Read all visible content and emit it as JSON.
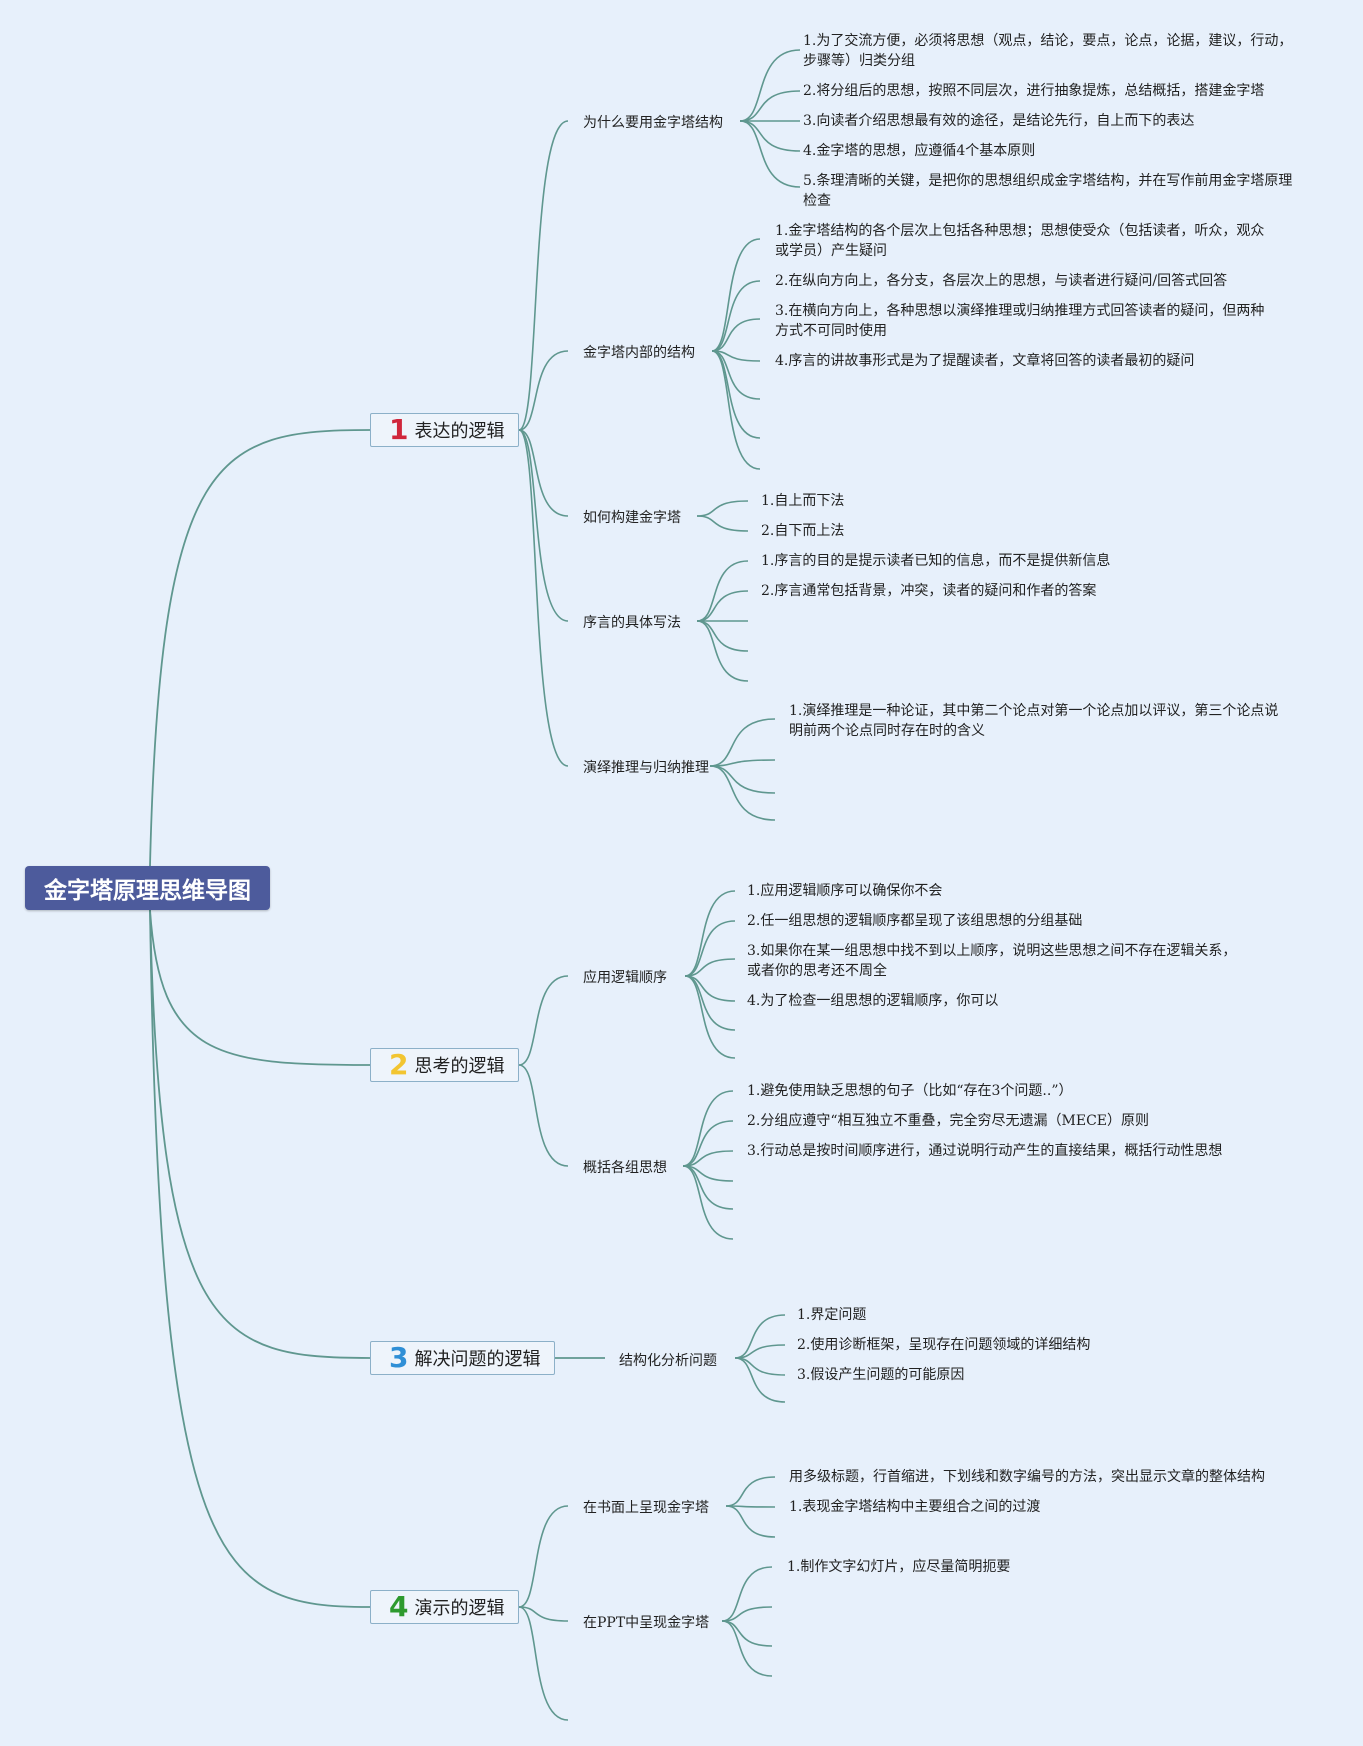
{
  "root": "金字塔原理思维导图",
  "branches": [
    {
      "num": "1",
      "num_color": "#d0263b",
      "label": "表达的逻辑",
      "children": [
        {
          "label": "为什么要用金字塔结构",
          "items": [
            "1.为了交流方便，必须将思想（观点，结论，要点，论点，论据，建议，行动，步骤等）归类分组",
            "2.将分组后的思想，按照不同层次，进行抽象提炼，总结概括，搭建金字塔",
            "3.向读者介绍思想最有效的途径，是结论先行，自上而下的表达",
            "4.金字塔的思想，应遵循4个基本原则",
            "5.条理清晰的关键，是把你的思想组织成金字塔结构，并在写作前用金字塔原理检查"
          ]
        },
        {
          "label": "金字塔内部的结构",
          "items": [
            "1.金字塔结构的各个层次上包括各种思想；思想使受众（包括读者，听众，观众或学员）产生疑问",
            "2.在纵向方向上，各分支，各层次上的思想，与读者进行疑问/回答式回答",
            "3.在横向方向上，各种思想以演绎推理或归纳推理方式回答读者的疑问，但两种方式不可同时使用",
            "4.序言的讲故事形式是为了提醒读者，文章将回答的读者最初的疑问"
          ]
        },
        {
          "label": "如何构建金字塔",
          "items": [
            "1.自上而下法",
            "2.自下而上法"
          ]
        },
        {
          "label": "序言的具体写法",
          "items": [
            "1.序言的目的是提示读者已知的信息，而不是提供新信息",
            "2.序言通常包括背景，冲突，读者的疑问和作者的答案"
          ]
        },
        {
          "label": "演绎推理与归纳推理",
          "items": [
            "1.演绎推理是一种论证，其中第二个论点对第一个论点加以评议，第三个论点说明前两个论点同时存在时的含义"
          ]
        }
      ]
    },
    {
      "num": "2",
      "num_color": "#f2c531",
      "label": "思考的逻辑",
      "children": [
        {
          "label": "应用逻辑顺序",
          "items": [
            "1.应用逻辑顺序可以确保你不会",
            "2.任一组思想的逻辑顺序都呈现了该组思想的分组基础",
            "3.如果你在某一组思想中找不到以上顺序，说明这些思想之间不存在逻辑关系，或者你的思考还不周全",
            "4.为了检查一组思想的逻辑顺序，你可以"
          ]
        },
        {
          "label": "概括各组思想",
          "items": [
            "1.避免使用缺乏思想的句子（比如“存在3个问题..”）",
            "2.分组应遵守“相互独立不重叠，完全穷尽无遗漏（MECE）原则",
            "3.行动总是按时间顺序进行，通过说明行动产生的直接结果，概括行动性思想"
          ]
        }
      ]
    },
    {
      "num": "3",
      "num_color": "#2f8fd6",
      "label": "解决问题的逻辑",
      "children": [
        {
          "label": "结构化分析问题",
          "items": [
            "1.界定问题",
            "2.使用诊断框架，呈现存在问题领域的详细结构",
            "3.假设产生问题的可能原因"
          ]
        }
      ]
    },
    {
      "num": "4",
      "num_color": "#2e9a2e",
      "label": "演示的逻辑",
      "children": [
        {
          "label": "在书面上呈现金字塔",
          "items": [
            "用多级标题，行首缩进，下划线和数字编号的方法，突出显示文章的整体结构",
            "1.表现金字塔结构中主要组合之间的过渡"
          ]
        },
        {
          "label": "在PPT中呈现金字塔",
          "items": [
            "1.制作文字幻灯片，应尽量简明扼要"
          ]
        }
      ]
    }
  ]
}
